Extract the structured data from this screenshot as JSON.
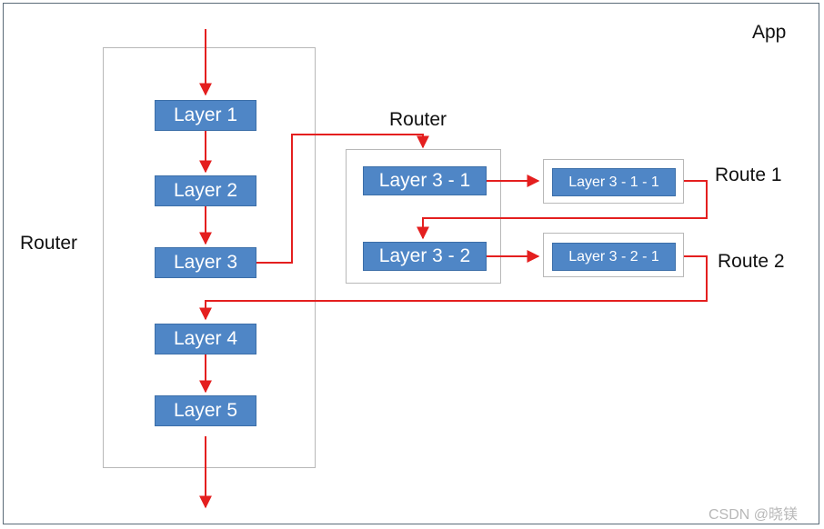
{
  "app_label": "App",
  "outer_router_label": "Router",
  "inner_router_label": "Router",
  "route_labels": [
    "Route 1",
    "Route 2"
  ],
  "outer_layers": [
    "Layer 1",
    "Layer 2",
    "Layer 3",
    "Layer 4",
    "Layer 5"
  ],
  "inner_layers": [
    "Layer 3 - 1",
    "Layer 3 - 2"
  ],
  "route_layers": [
    "Layer 3 - 1 - 1",
    "Layer 3 - 2 - 1"
  ],
  "watermark": "CSDN @晓镁",
  "colors": {
    "layer_fill": "#4f86c6",
    "arrow": "#e41f1f",
    "box_border": "#b8b8b8",
    "frame_border": "#5a6b78"
  }
}
